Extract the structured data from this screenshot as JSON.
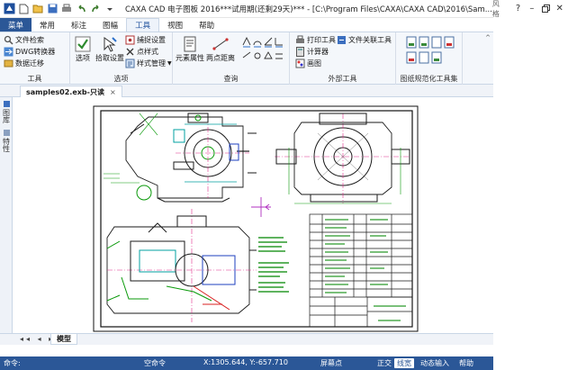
{
  "titlebar": {
    "title": "CAXA CAD 电子图板 2016***试用期(还剩29天)*** - [C:\\Program Files\\CAXA\\CAXA CAD\\2016\\Sam...",
    "user_label": "风格"
  },
  "tabs": [
    {
      "label": "菜单"
    },
    {
      "label": "常用"
    },
    {
      "label": "标注"
    },
    {
      "label": "图幅"
    },
    {
      "label": "工具"
    },
    {
      "label": "视图"
    },
    {
      "label": "帮助"
    }
  ],
  "ribbon": {
    "tools_group": {
      "label": "工具",
      "items": [
        "文件检索",
        "DWG转换器",
        "数据迁移"
      ]
    },
    "options_group": {
      "label": "选项",
      "big_items": [
        "选项",
        "拾取设置"
      ],
      "items": [
        "捕捉设置",
        "点样式",
        "样式管理"
      ]
    },
    "query_group": {
      "label": "查询",
      "big_items": [
        "元素属性",
        "两点距离"
      ]
    },
    "external_group": {
      "label": "外部工具",
      "items": [
        "打印工具",
        "文件关联工具",
        "计算器",
        "画图"
      ]
    },
    "std_group": {
      "label": "图纸规范化工具集"
    }
  },
  "document": {
    "tab_label": "samples02.exb-只读",
    "close": "×"
  },
  "left_panel": {
    "tabs": [
      "图库",
      "特性"
    ]
  },
  "model_bar": {
    "nav": "◂◂ ◂ ▸ ▸▸",
    "tab_label": "模型"
  },
  "statusbar": {
    "command": "命令:",
    "empty_command": "空命令",
    "coords": "X:1305.644, Y:-657.710",
    "snap": "屏幕点",
    "ortho": "正交",
    "linewidth": "线宽",
    "dyn_input": "动态输入",
    "help": "帮助"
  },
  "colors": {
    "accent": "#2b5797",
    "ribbon_bg": "#f4f7fb"
  }
}
